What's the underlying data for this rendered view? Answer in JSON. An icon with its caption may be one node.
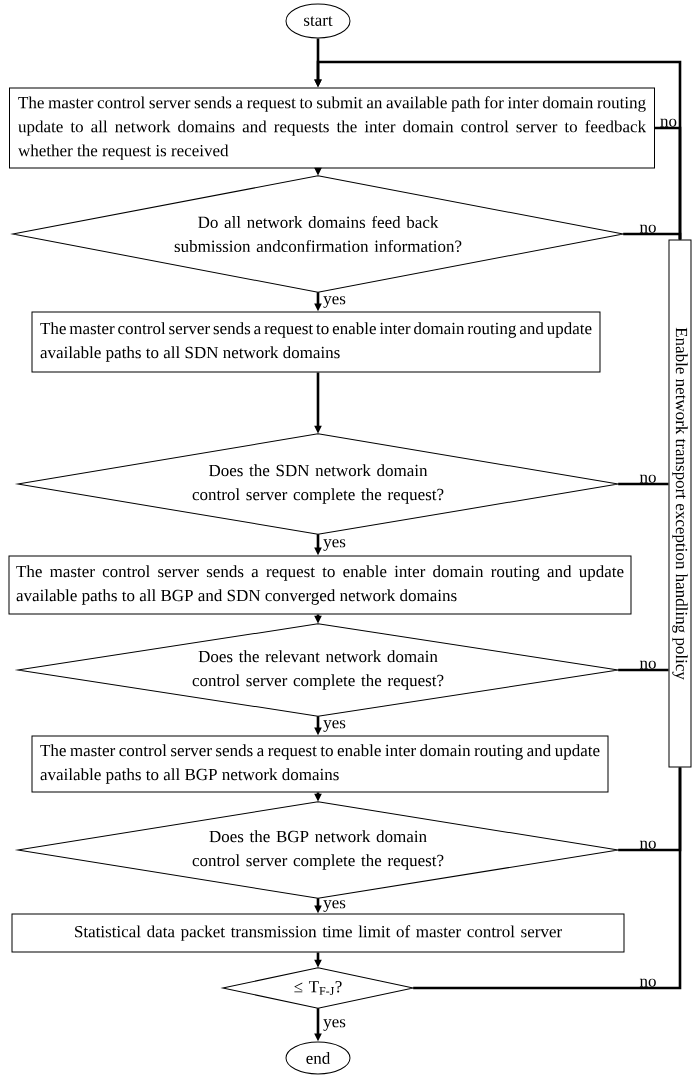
{
  "diagram": {
    "nodes": [
      {
        "text": [
          "start"
        ]
      },
      {
        "text": [
          "The master control server sends a request to submit an available path for inter domain routing update to all network domains and requests the inter domain control server to feedback whether the request is received"
        ]
      },
      {
        "text": [
          "Do all network domains feed back submission andconfirmation information?"
        ]
      },
      {
        "text": [
          "The master control server sends a request to enable inter domain routing and update available paths to all SDN network domains"
        ]
      },
      {
        "text": [
          "Does the SDN network domain control server complete the request?"
        ]
      },
      {
        "text": [
          "The master control server sends a request to enable inter domain routing and update available paths to all BGP and SDN converged network domains"
        ]
      },
      {
        "text": [
          "Does the relevant network domain control server complete the request?"
        ]
      },
      {
        "text": [
          "The master control server sends a request to enable inter domain routing and update available paths to all BGP network domains"
        ]
      },
      {
        "text": [
          "Does the BGP network domain control server complete the request?"
        ]
      },
      {
        "text": [
          "Statistical data packet transmission time limit of master control server"
        ]
      },
      {
        "text": [
          "≤ T$_{F-J}$?"
        ]
      },
      {
        "text": [
          "end"
        ]
      },
      {
        "text": [
          "Enable network transport exception handling policy"
        ]
      }
    ],
    "edges": [
      {
        "from": 0,
        "to": 1,
        "arrow": "to"
      },
      {
        "from": 1,
        "to": 2,
        "arrow": "to"
      },
      {
        "from": 2,
        "to": 3,
        "arrow": "to",
        "label": "yes"
      },
      {
        "from": 3,
        "to": 4,
        "arrow": "to"
      },
      {
        "from": 4,
        "to": 5,
        "arrow": "to",
        "label": "yes"
      },
      {
        "from": 5,
        "to": 6,
        "arrow": "to"
      },
      {
        "from": 6,
        "to": 7,
        "arrow": "to",
        "label": "yes"
      },
      {
        "from": 7,
        "to": 8,
        "arrow": "to"
      },
      {
        "from": 8,
        "to": 9,
        "arrow": "to",
        "label": "yes"
      },
      {
        "from": 9,
        "to": 10,
        "arrow": "to"
      },
      {
        "from": 10,
        "to": 11,
        "arrow": "to",
        "label": "yes"
      },
      {
        "from": 1,
        "to": 12,
        "arrow": "none",
        "label": "no"
      },
      {
        "from": 2,
        "to": 12,
        "arrow": "none",
        "label": "no"
      },
      {
        "from": 4,
        "to": 12,
        "arrow": "none",
        "label": "no"
      },
      {
        "from": 6,
        "to": 12,
        "arrow": "none",
        "label": "no"
      },
      {
        "from": 8,
        "to": 12,
        "arrow": "none",
        "label": "no"
      },
      {
        "from": 10,
        "to": 12,
        "arrow": "none",
        "label": "no"
      },
      {
        "from": 12,
        "to": 1,
        "arrow": "to"
      }
    ]
  }
}
